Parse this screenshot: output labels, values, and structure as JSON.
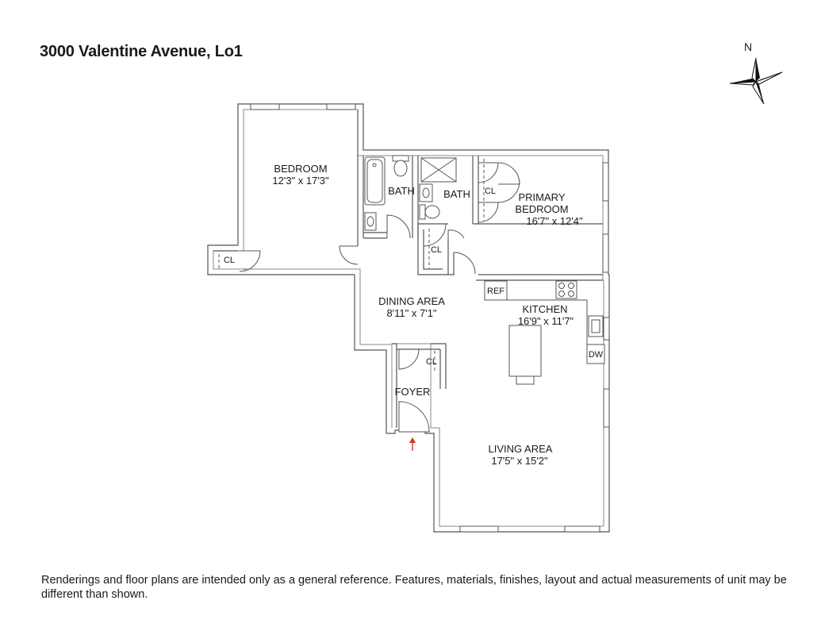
{
  "title": "3000 Valentine Avenue, Lo1",
  "compass": {
    "label": "N",
    "icon": "compass-rose-icon"
  },
  "rooms": {
    "bedroom": {
      "name": "BEDROOM",
      "size": "12'3\" x 17'3\""
    },
    "bath1": {
      "name": "BATH"
    },
    "bath2": {
      "name": "BATH"
    },
    "primary_bedroom": {
      "name_line1": "PRIMARY",
      "name_line2": "BEDROOM",
      "size": "16'7\" x 12'4\""
    },
    "dining": {
      "name": "DINING AREA",
      "size": "8'11\" x 7'1\""
    },
    "kitchen": {
      "name": "KITCHEN",
      "size": "16'9\" x 11'7\""
    },
    "foyer": {
      "name": "FOYER"
    },
    "living": {
      "name": "LIVING AREA",
      "size": "17'5\" x 15'2\""
    }
  },
  "fixtures": {
    "closet_bedroom": "CL",
    "closet_primary": "CL",
    "closet_hall": "CL",
    "closet_foyer": "CL",
    "ref": "REF",
    "dw": "DW"
  },
  "entry_arrow": {
    "icon": "entry-arrow-icon",
    "color": "#d9341c"
  },
  "footer": "Renderings and floor plans are intended only as a general reference. Features, materials, finishes, layout and actual measurements of unit may be different than shown."
}
